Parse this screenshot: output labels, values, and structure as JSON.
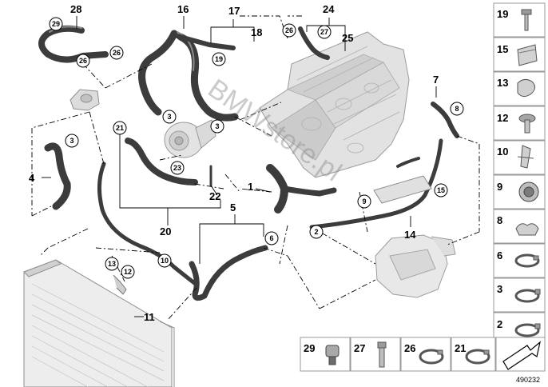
{
  "diagram": {
    "ref_number": "490232",
    "watermark": "BMWstore.pl",
    "main_labels": {
      "l1": "1",
      "l4": "4",
      "l5": "5",
      "l7": "7",
      "l11": "11",
      "l14": "14",
      "l16": "16",
      "l17": "17",
      "l18": "18",
      "l20": "20",
      "l22": "22",
      "l24": "24",
      "l25": "25",
      "l28": "28"
    },
    "circle_labels": {
      "c29": "29",
      "c26a": "26",
      "c26b": "26",
      "c26c": "26",
      "c19": "19",
      "c27": "27",
      "c3a": "3",
      "c3b": "3",
      "c3c": "3",
      "c21": "21",
      "c23": "23",
      "c8": "8",
      "c9": "9",
      "c15": "15",
      "c2": "2",
      "c6": "6",
      "c10": "10",
      "c13": "13",
      "c12": "12"
    },
    "side_parts": [
      "19",
      "15",
      "13",
      "12",
      "10",
      "9",
      "8",
      "6",
      "3",
      "2"
    ],
    "bottom_parts": [
      "29",
      "27",
      "26",
      "21"
    ]
  },
  "colors": {
    "hose": "#3c3c3c",
    "line": "#000000",
    "box_border": "#9a9a9a",
    "engine": "#d6d6d6"
  }
}
